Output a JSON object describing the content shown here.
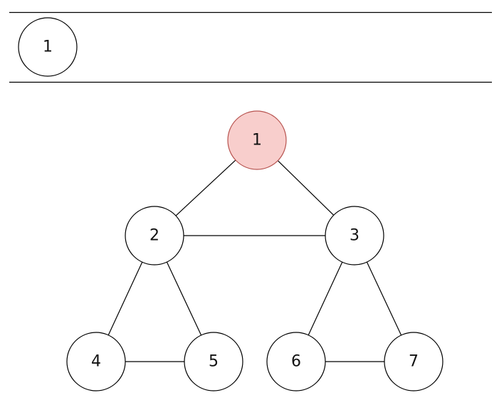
{
  "queue": {
    "items": [
      "1"
    ]
  },
  "graph": {
    "nodes": [
      {
        "id": "1",
        "label": "1",
        "state": "highlighted"
      },
      {
        "id": "2",
        "label": "2",
        "state": "default"
      },
      {
        "id": "3",
        "label": "3",
        "state": "default"
      },
      {
        "id": "4",
        "label": "4",
        "state": "default"
      },
      {
        "id": "5",
        "label": "5",
        "state": "default"
      },
      {
        "id": "6",
        "label": "6",
        "state": "default"
      },
      {
        "id": "7",
        "label": "7",
        "state": "default"
      }
    ],
    "edges": [
      [
        "1",
        "2"
      ],
      [
        "1",
        "3"
      ],
      [
        "2",
        "3"
      ],
      [
        "2",
        "4"
      ],
      [
        "2",
        "5"
      ],
      [
        "4",
        "5"
      ],
      [
        "3",
        "6"
      ],
      [
        "3",
        "7"
      ],
      [
        "6",
        "7"
      ]
    ]
  },
  "colors": {
    "highlight_fill": "#f8cecc",
    "highlight_stroke": "#b85450",
    "default_fill": "#ffffff",
    "default_stroke": "#000000"
  }
}
